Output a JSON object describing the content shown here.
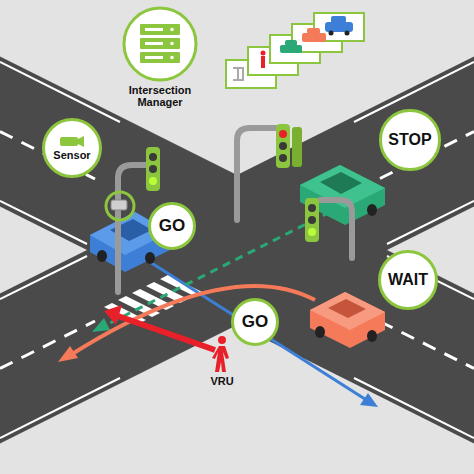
{
  "diagram": {
    "nodes": [
      {
        "text": [
          "Intersection Manager"
        ]
      },
      {
        "text": [
          "STOP"
        ]
      },
      {
        "text": [
          "Sensor"
        ]
      },
      {
        "text": [
          "GO"
        ]
      },
      {
        "text": [
          "WAIT"
        ]
      },
      {
        "text": [
          "GO"
        ]
      }
    ],
    "labels": [
      "VRU"
    ]
  }
}
